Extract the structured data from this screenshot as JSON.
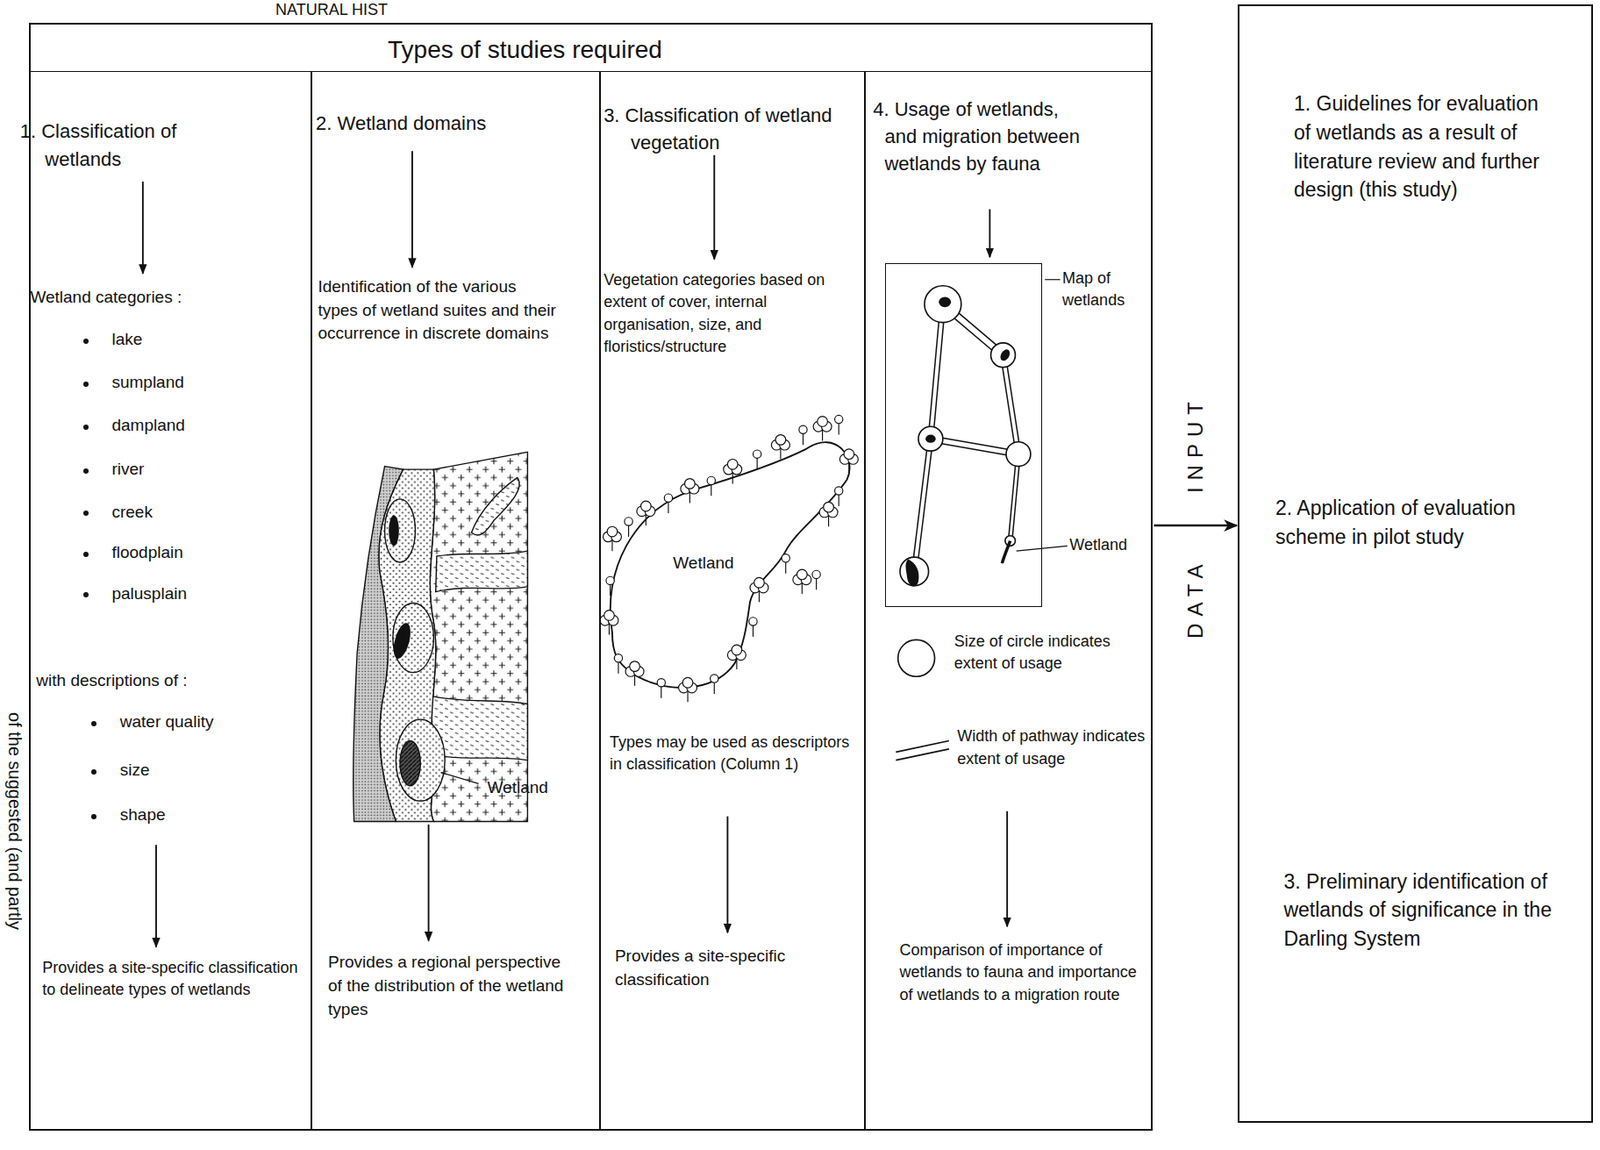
{
  "diagram": {
    "nodes": [
      {
        "text": [
          "Types of studies required"
        ]
      },
      {
        "text": [
          "1. Classification of wetlands",
          "Wetland categories :",
          "lake",
          "sumpland",
          "dampland",
          "river",
          "creek",
          "floodplain",
          "palusplain",
          "with descriptions of :",
          "water quality",
          "size",
          "shape",
          "Provides a site-specific classification to delineate types of wetlands"
        ],
        "in": 0
      },
      {
        "text": [
          "2. Wetland domains",
          "Identification of the various types of wetland suites and their occurrence in discrete domains",
          "Wetland",
          "Provides a regional perspective of the distribution of the wetland types"
        ],
        "in": 0
      },
      {
        "text": [
          "3. Classification of wetland vegetation",
          "Vegetation categories based on extent of cover, internal organisation, size, and floristics/structure",
          "Wetland",
          "Types may be used as descriptors in classification (Column 1)",
          "Provides a site-specific classification"
        ],
        "in": 0
      },
      {
        "text": [
          "4. Usage of wetlands, and migration between wetlands by fauna",
          "Comparison of importance of wetlands to fauna and importance of wetlands to a migration route"
        ],
        "in": 0
      },
      {
        "text": [
          "Map of wetlands",
          "Wetland"
        ],
        "in": 4
      },
      {
        "text": [
          "1. Guidelines for evaluation of wetlands as a result of literature review and further design (this study)",
          "2. Application of evaluation scheme in pilot study",
          "3. Preliminary identification of wetlands of significance in the Darling System"
        ]
      }
    ],
    "edges": [
      {
        "from": 0,
        "to": 6,
        "arrow": "to",
        "label": "DATA INPUT"
      }
    ],
    "labels": [
      "NATURAL HIST",
      "of the suggested (and partly"
    ],
    "legend": [
      {
        "text": "Size of circle indicates extent of usage"
      },
      {
        "text": "Width of pathway indicates extent of usage"
      }
    ]
  }
}
